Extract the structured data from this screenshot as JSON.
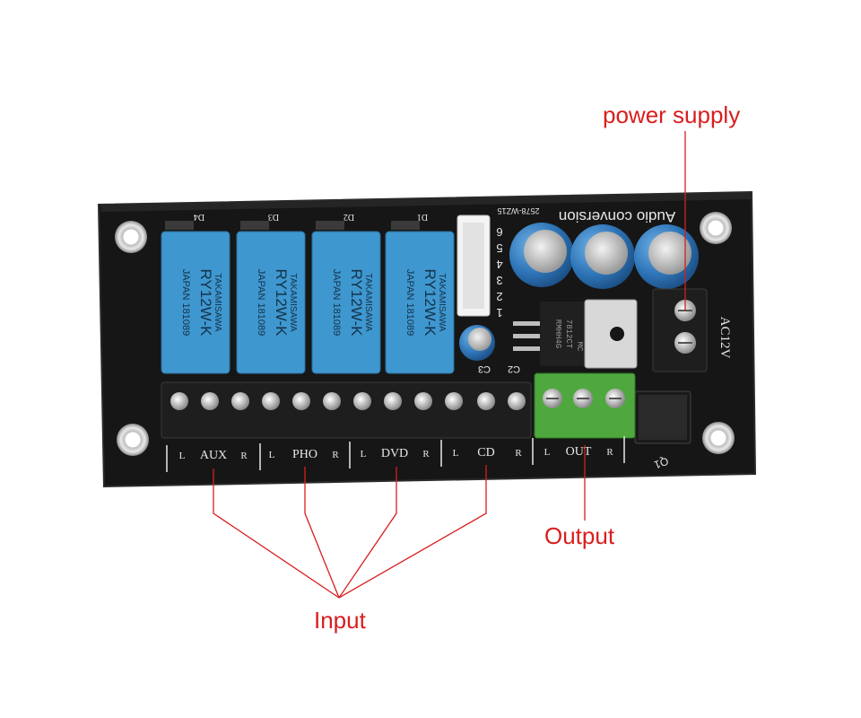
{
  "colors": {
    "annotation": "#d81e1e",
    "board": "#161616",
    "relay": "#3f97cf",
    "terminal_black": "#1e1e1e",
    "terminal_green": "#4fa83e",
    "capacitor": "#2f76b9"
  },
  "annotations": {
    "power_supply": "power supply",
    "output": "Output",
    "input": "Input"
  },
  "board": {
    "title": "Audio conversion",
    "model": "2578-WZ15",
    "power_label": "AC12V",
    "rectifier_label": "Q1",
    "connector_pins": [
      "6",
      "5",
      "4",
      "3",
      "2",
      "1"
    ],
    "capacitor_labels": [
      "C3",
      "C2"
    ],
    "regulator_text": [
      "7812CT",
      "RMHH4G"
    ],
    "regulator_brand": "MC",
    "relays": [
      {
        "diode": "D4",
        "brand": "TAKAMISAWA",
        "model": "RY12W-K",
        "lot": "JAPAN 181089"
      },
      {
        "diode": "D3",
        "brand": "TAKAMISAWA",
        "model": "RY12W-K",
        "lot": "JAPAN 181089"
      },
      {
        "diode": "D2",
        "brand": "TAKAMISAWA",
        "model": "RY12W-K",
        "lot": "JAPAN 181089"
      },
      {
        "diode": "D1",
        "brand": "TAKAMISAWA",
        "model": "RY12W-K",
        "lot": "JAPAN 181089"
      }
    ],
    "channels": [
      {
        "name": "AUX",
        "left": "L",
        "right": "R"
      },
      {
        "name": "PHO",
        "left": "L",
        "right": "R"
      },
      {
        "name": "DVD",
        "left": "L",
        "right": "R"
      },
      {
        "name": "CD",
        "left": "L",
        "right": "R"
      },
      {
        "name": "OUT",
        "left": "L",
        "right": "R"
      }
    ]
  }
}
